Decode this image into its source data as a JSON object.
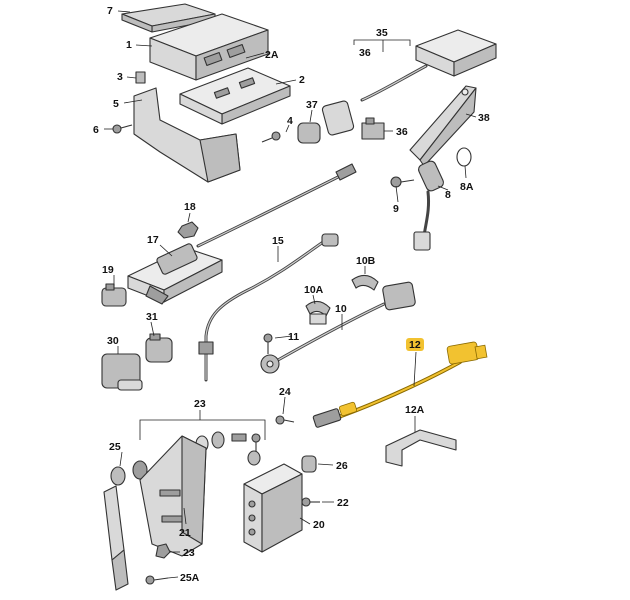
{
  "diagram": {
    "callouts": [
      {
        "id": "7",
        "label": "7"
      },
      {
        "id": "1",
        "label": "1"
      },
      {
        "id": "2A",
        "label": "2A"
      },
      {
        "id": "3",
        "label": "3"
      },
      {
        "id": "2",
        "label": "2"
      },
      {
        "id": "5",
        "label": "5"
      },
      {
        "id": "6",
        "label": "6"
      },
      {
        "id": "4",
        "label": "4"
      },
      {
        "id": "37",
        "label": "37"
      },
      {
        "id": "35",
        "label": "35"
      },
      {
        "id": "36a",
        "label": "36"
      },
      {
        "id": "36b",
        "label": "36"
      },
      {
        "id": "38",
        "label": "38"
      },
      {
        "id": "9",
        "label": "9"
      },
      {
        "id": "8",
        "label": "8"
      },
      {
        "id": "8A",
        "label": "8A"
      },
      {
        "id": "18",
        "label": "18"
      },
      {
        "id": "17",
        "label": "17"
      },
      {
        "id": "15",
        "label": "15"
      },
      {
        "id": "10B",
        "label": "10B"
      },
      {
        "id": "19",
        "label": "19"
      },
      {
        "id": "10A",
        "label": "10A"
      },
      {
        "id": "31",
        "label": "31"
      },
      {
        "id": "11",
        "label": "11"
      },
      {
        "id": "10",
        "label": "10"
      },
      {
        "id": "30",
        "label": "30"
      },
      {
        "id": "12",
        "label": "12"
      },
      {
        "id": "24",
        "label": "24"
      },
      {
        "id": "23a",
        "label": "23"
      },
      {
        "id": "12A",
        "label": "12A"
      },
      {
        "id": "25",
        "label": "25"
      },
      {
        "id": "26",
        "label": "26"
      },
      {
        "id": "22",
        "label": "22"
      },
      {
        "id": "21",
        "label": "21"
      },
      {
        "id": "20",
        "label": "20"
      },
      {
        "id": "23b",
        "label": "23"
      },
      {
        "id": "25A",
        "label": "25A"
      }
    ],
    "highlight_color": "#f2c230"
  }
}
